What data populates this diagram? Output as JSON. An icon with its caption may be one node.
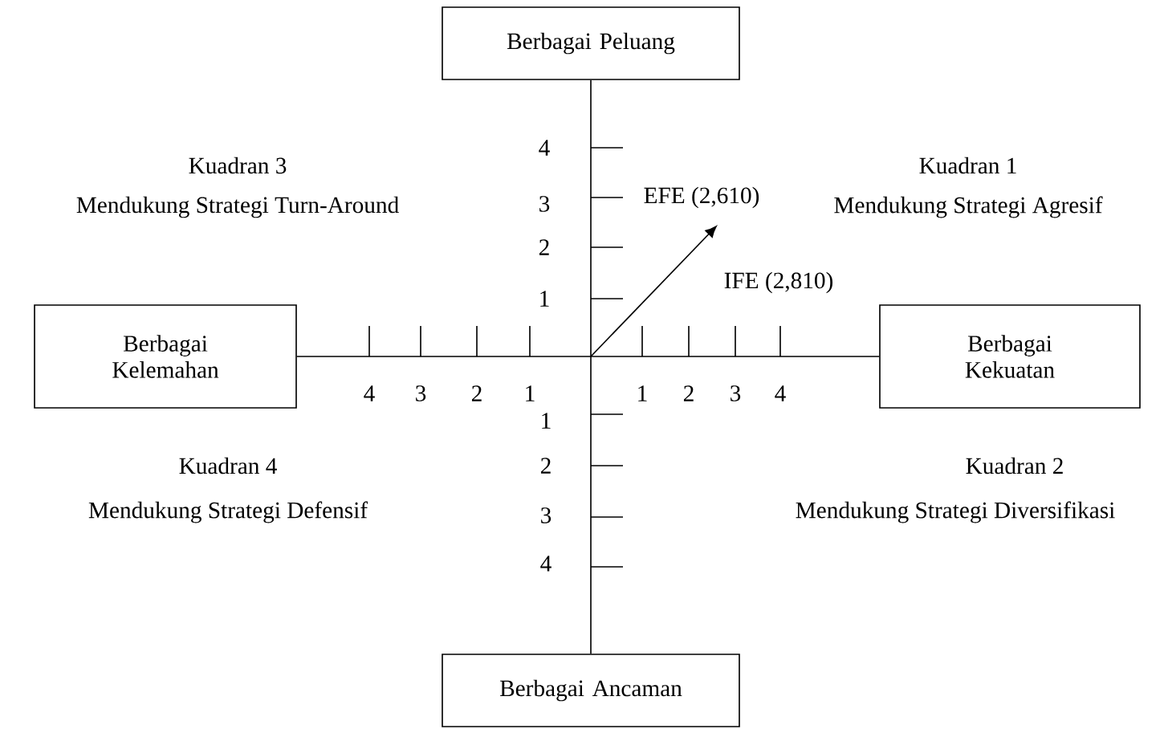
{
  "diagram": {
    "nodes": [
      {
        "text": [
          "Berbagai Peluang"
        ]
      },
      {
        "text": [
          "Berbagai Kelemahan"
        ]
      },
      {
        "text": [
          "Berbagai Kekuatan"
        ]
      },
      {
        "text": [
          "Berbagai Ancaman"
        ]
      }
    ],
    "edges": [
      {
        "from": 0,
        "to": 3,
        "arrow": "none"
      },
      {
        "from": 1,
        "to": 2,
        "arrow": "none"
      }
    ],
    "labels": [
      "Kuadran 3",
      "Mendukung Strategi Turn-Around",
      "4",
      "3",
      "EFE (2,610)",
      "Kuadran 1",
      "Mendukung Strategi Agresif",
      "2",
      "IFE (2,810)",
      "1",
      "4",
      "3",
      "2",
      "1",
      "1",
      "2",
      "3",
      "4",
      "1",
      "Kuadran 4",
      "2",
      "Kuadran 2",
      "Mendukung Strategi Defensif",
      "3",
      "Mendukung Strategi Diversifikasi",
      "4"
    ]
  }
}
